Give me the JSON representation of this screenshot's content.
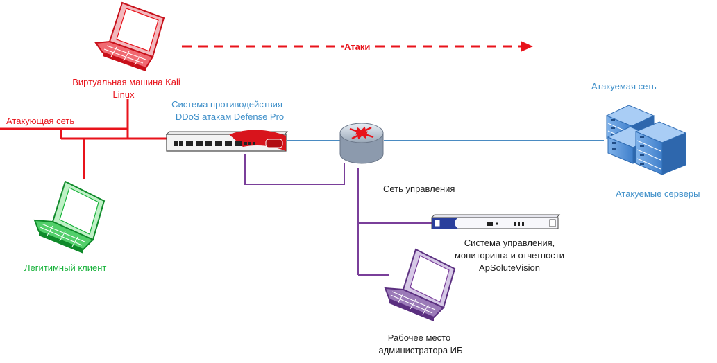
{
  "labels": {
    "attacks": "Атаки",
    "kali_line1": "Виртуальная машина Kali",
    "kali_line2": "Linux",
    "attacking_network": "Атакующая сеть",
    "defense_line1": "Система противодействия",
    "defense_line2": "DDoS атакам Defense Pro",
    "attacked_network": "Атакуемая сеть",
    "attacked_servers": "Атакуемые серверы",
    "mgmt_network": "Сеть управления",
    "legit_client": "Легитимный клиент",
    "vision_line1": "Система управления,",
    "vision_line2": "мониторинга и отчетности",
    "vision_line3": "ApSoluteVision",
    "admin_line1": "Рабочее место",
    "admin_line2": "администратора ИБ"
  },
  "colors": {
    "attack": "#e8131b",
    "data_link": "#4a8bc2",
    "management": "#7a3f9a",
    "legit": "#17b23a",
    "admin": "#7a3f9a",
    "server": "#4f8fd6"
  },
  "icons": {
    "attacker": "laptop-icon",
    "client": "laptop-icon",
    "admin": "laptop-icon",
    "defense": "rack-appliance-icon",
    "router": "router-icon",
    "servers": "server-cluster-icon",
    "vision": "rack-server-icon"
  }
}
